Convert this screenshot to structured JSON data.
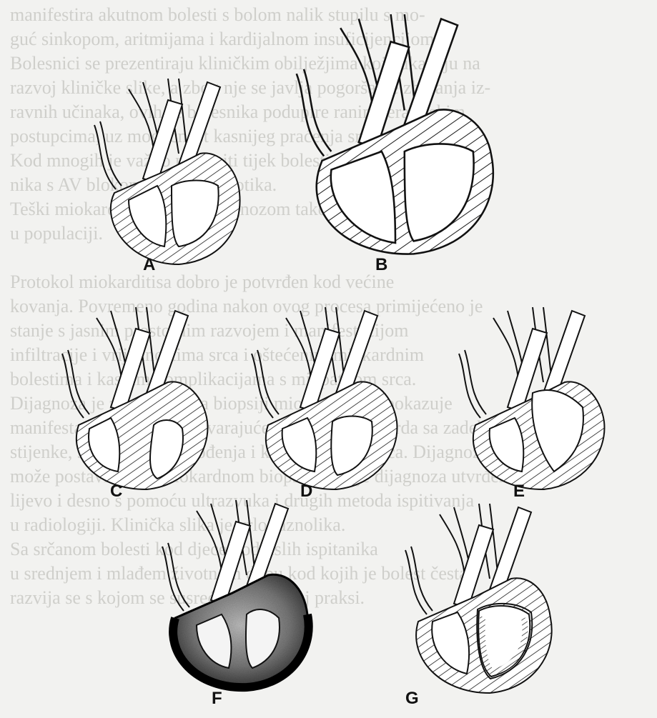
{
  "background_text": [
    "manifestira akutnom bolesti s bolom nalik stupilu s mo-",
    "guć sinkopom, aritmijama i kardijalnom insuficijencijom.",
    "Bolesnici se prezentiraju kliničkim obilježjima koja ukazuju na",
    "razvoj kliničke slike, a zbog nje se javlja pogoršanje zbivanja iz-",
    "ravnih učinaka, ovih se bolesnika podupire ranim terapijskim",
    "postupcima, uz mogućnost kasnijeg praćenja srčanog ritma.",
    "Kod mnogih je važno naglasiti tijek bolesti i prognozu bol-",
    "nika s AV blokom, i bez antibiotika.",
    "Teški miokarditis s lošom prognozom također se češće vidi",
    "u populaciji.",
    "",
    "Protokol miokarditisa dobro je potvrđen kod većine",
    "kovanja. Povremeno godina nakon ovog procesa primijećeno je",
    "stanje s jasnim prostornim razvojem i manifestacijom",
    "infiltracije i vrijednostima srca i oštećenim miokardnim",
    "bolestima i kasnim komplikacijama s miopatijom srca.",
    "Dijagnoza je zasnovana na biopsiji miokarda koja pokazuje",
    "manifestaciju upale i odgovarajuće oštećenje miokarda sa zadebljanjem",
    "stijenke, smetnjama provođenja i kontraktilnosti srca. Dijagnoza se",
    "može postaviti endomiokardnom biopsijom te je dijagnoza utvrđena",
    "lijevo i desno s pomoću ultrazvuka i drugih metoda ispitivanja",
    "u radiologiji. Klinička slika je vrlo raznolika.",
    "Sa srčanom bolesti kod djece i odraslih ispitanika",
    "u srednjem i mlađem životnom dobu kod kojih je bolest česta",
    "razvija se s kojom se susreću u kliničkoj praksi."
  ],
  "panel_labels": [
    "A",
    "B",
    "C",
    "D",
    "E",
    "F",
    "G"
  ]
}
